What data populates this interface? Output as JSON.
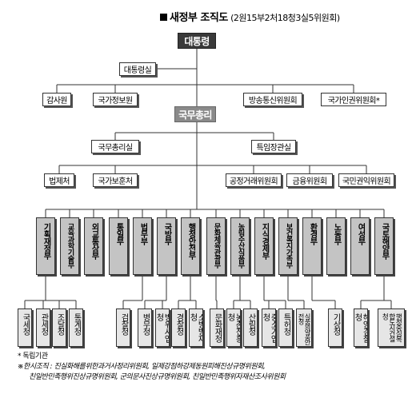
{
  "title": {
    "main": "새정부 조직도",
    "sub": "(2원15부2처18청3실5위원회)"
  },
  "top": {
    "president": "대통령",
    "secretariat": "대통령실"
  },
  "president_row": [
    "감사원",
    "국가정보원",
    "방송통신위원회",
    "국가인권위원회*"
  ],
  "pm": {
    "label": "국무총리",
    "office": "국무총리실",
    "special": "특임장관실"
  },
  "pm_row": [
    "법제처",
    "국가보훈처",
    "공정거래위원회",
    "금융위원회",
    "국민권익위원회"
  ],
  "ministries": [
    "기획재정부",
    "교육과학기술부",
    "외교통상부",
    "통일부",
    "법무부",
    "국방부",
    "행정안전부",
    "문화체육관광부",
    "농림수산식품부",
    "지식경제부",
    "보건복지가족부",
    "환경부",
    "노동부",
    "여성부",
    "국토해양부"
  ],
  "agencies": [
    "국세청",
    "관세청",
    "조달청",
    "통계청",
    "검찰청",
    "병무청",
    "방위사업청",
    "경찰청",
    "소방방재청",
    "문화재청",
    "농촌진흥청",
    "산림청",
    "중소기업청",
    "특허청",
    "식품의약품안전청",
    "기상청",
    "해양경찰청",
    "행정중심복합도시건설청"
  ],
  "notes": {
    "independent": "* 독립기관",
    "temp_label": "※한시조직 :",
    "temp_1": "진실화해를위한과거사정리위원회, 일제강점하강제동원피해진상규명위원회,",
    "temp_2": "친일반민족행위진상규명위원회, 군의문사진상규명위원회, 친일반민족행위자재산조사위원회"
  }
}
